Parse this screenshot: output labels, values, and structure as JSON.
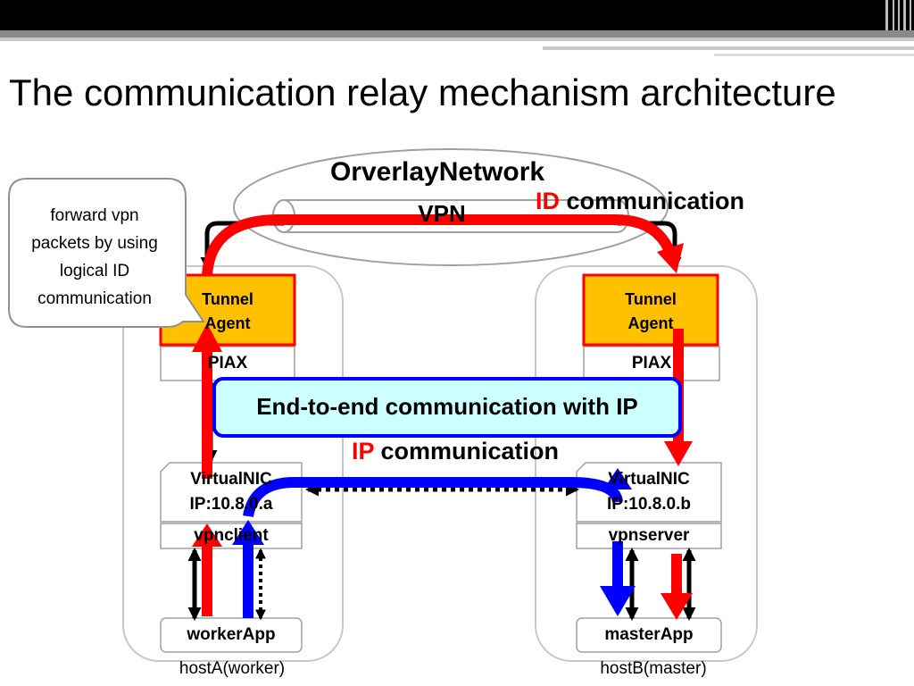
{
  "title": "The communication relay mechanism architecture",
  "overlay_network": {
    "label": "OrverlayNetwork",
    "vpn_label": "VPN"
  },
  "id_communication": {
    "prefix": "ID",
    "suffix": " communication"
  },
  "ip_communication": {
    "prefix": "IP",
    "suffix": " communication"
  },
  "callout": {
    "lines": [
      "forward vpn",
      "packets by using",
      "logical ID",
      "communication"
    ]
  },
  "e2e_label": "End-to-end communication with IP",
  "hostA": {
    "caption": "hostA(worker)",
    "tunnel_agent": [
      "Tunnel",
      "Agent"
    ],
    "piax": "PIAX",
    "virtualnic": [
      "VirtualNIC",
      "IP:10.8.0.a"
    ],
    "vpn": "vpnclient",
    "app": "workerApp"
  },
  "hostB": {
    "caption": "hostB(master)",
    "tunnel_agent": [
      "Tunnel",
      "Agent"
    ],
    "piax": "PIAX",
    "virtualnic": [
      "VirtualNIC",
      "IP:10.8.0.b"
    ],
    "vpn": "vpnserver",
    "app": "masterApp"
  },
  "colors": {
    "id_path": "#ff0000",
    "ip_path": "#0000ff",
    "tunnel_fill": "#ffc000",
    "e2e_fill": "#ccffff",
    "e2e_border": "#0000ff"
  }
}
